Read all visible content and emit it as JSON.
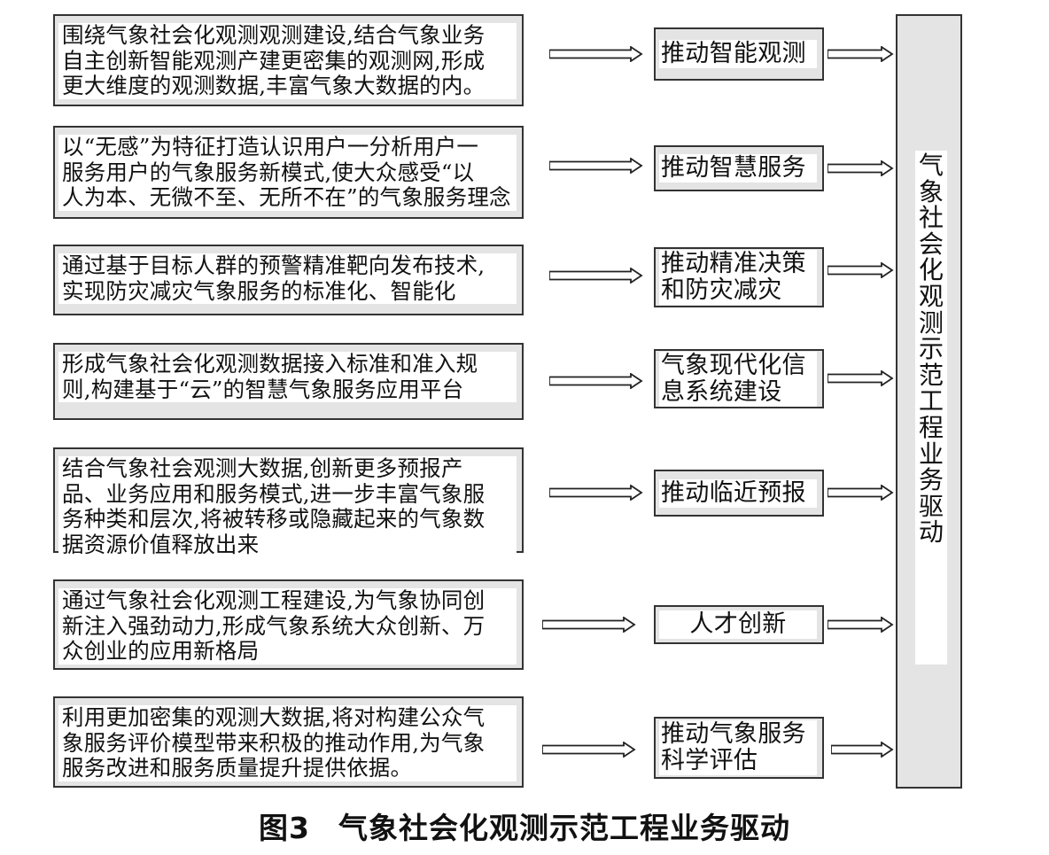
{
  "rows": [
    {
      "description": "围绕气象社会化观测观测建设,结合气象业务\n自主创新智能观测产建更密集的观测网,形成\n更大维度的观测数据,丰富气象大数据的内。",
      "result": "推动智能观测"
    },
    {
      "description": "以“无感”为特征打造认识用户一分析用户一\n服务用户的气象服务新模式,使大众感受“以\n人为本、无微不至、无所不在”的气象服务理念",
      "result": "推动智慧服务"
    },
    {
      "description": "通过基于目标人群的预警精准靶向发布技术,\n实现防灾减灾气象服务的标准化、智能化",
      "result": "推动精准决策\n和防灾减灾"
    },
    {
      "description": "形成气象社会化观测数据接入标准和准入规\n则,构建基于“云”的智慧气象服务应用平台",
      "result": "气象现代化信\n息系统建设"
    },
    {
      "description": "结合气象社会观测大数据,创新更多预报产\n品、业务应用和服务模式,进一步丰富气象服\n务种类和层次,将被转移或隐藏起来的气象数\n据资源价值释放出来",
      "result": "推动临近预报"
    },
    {
      "description": "通过气象社会化观测工程建设,为气象协同创\n新注入强劲动力,形成气象系统大众创新、万\n众创业的应用新格局",
      "result": "人才创新"
    },
    {
      "description": "利用更加密集的观测大数据,将对构建公众气\n象服务评价模型带来积极的推动作用,为气象\n服务改进和服务质量提升提供依据。",
      "result": "推动气象服务\n科学评估"
    }
  ],
  "driver": "气象社会化观测示范工程业务驱动",
  "caption": {
    "figure_number": "图3",
    "title": "气象社会化观测示范工程业务驱动"
  }
}
